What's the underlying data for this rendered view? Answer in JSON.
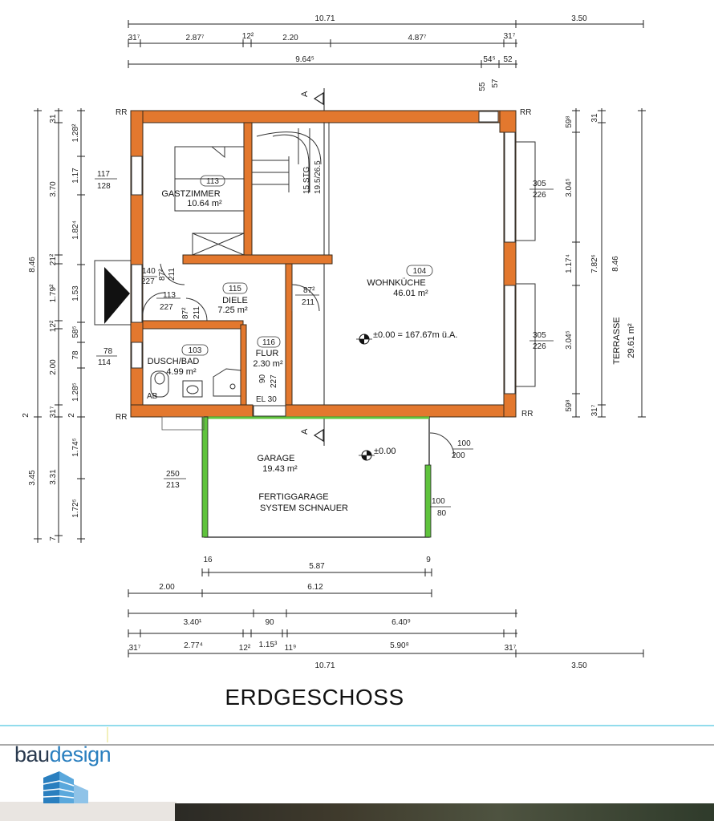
{
  "title": "ERDGESCHOSS",
  "brand": {
    "part1": "bau",
    "part2": "design"
  },
  "colors": {
    "wall": "#e3782e",
    "garage_wall": "#5fc33c",
    "dim_line": "#222222",
    "brand_dark": "#2a3a4f",
    "brand_blue": "#2a7fbf"
  },
  "rooms": [
    {
      "id": "113",
      "name": "GASTZIMMER",
      "area": "10.64 m²"
    },
    {
      "id": "115",
      "name": "DIELE",
      "area": "7.25 m²"
    },
    {
      "id": "103",
      "name": "DUSCH/BAD",
      "area": "4.99 m²"
    },
    {
      "id": "116",
      "name": "FLUR",
      "area": "2.30 m²"
    },
    {
      "id": "104",
      "name": "WOHNKÜCHE",
      "area": "46.01 m²"
    },
    {
      "garage_name": "GARAGE",
      "garage_area": "19.43 m²",
      "garage_note1": "FERTIGGARAGE",
      "garage_note2": "SYSTEM SCHNAUER"
    }
  ],
  "terrace": {
    "name": "TERRASSE",
    "area": "29.61 m²"
  },
  "elevation": {
    "main": "±0.00 = 167.67m ü.A.",
    "garage": "±0.00"
  },
  "stairs": {
    "label1": "15 STG",
    "label2": "19.5/26.5"
  },
  "labels": {
    "rr": "RR",
    "section_a": "A",
    "el": "EL 30",
    "ab": "AB"
  },
  "top_dims": {
    "row1": [
      "10.71",
      "3.50"
    ],
    "row2": [
      "31⁷",
      "2.87⁷",
      "12²",
      "2.20",
      "4.87⁷",
      "31⁷"
    ],
    "row3": [
      "9.64⁵",
      "54⁵",
      "52"
    ],
    "window_top": [
      "55",
      "57"
    ]
  },
  "bottom_dims": {
    "row1": [
      "16",
      "5.87",
      "9"
    ],
    "row2": [
      "2.00",
      "6.12"
    ],
    "row3": [
      "3.40¹",
      "90",
      "6.40⁹"
    ],
    "row4": [
      "31⁷",
      "2.77⁴",
      "12²",
      "1.15³",
      "11⁹",
      "5.90⁸",
      "31⁷"
    ],
    "row5": [
      "10.71",
      "3.50"
    ]
  },
  "left_dims": {
    "outer": [
      "8.46",
      "3.45"
    ],
    "mid": [
      "31",
      "3.70",
      "21²",
      "1.79²",
      "12²",
      "2.00",
      "31⁷",
      "3.31",
      "7",
      "2"
    ],
    "inner": [
      "1.28²",
      "1.17",
      "1.82⁴",
      "1.53",
      "58⁵",
      "78",
      "1.28⁵",
      "2",
      "1.74⁵",
      "1.72⁵"
    ]
  },
  "right_dims": {
    "inner": [
      "59⁸",
      "3.04⁵",
      "1.17⁴",
      "3.04⁵",
      "59⁸"
    ],
    "mid": [
      "31",
      "7.82⁶",
      "31⁷"
    ],
    "outer": [
      "8.46"
    ]
  },
  "openings": [
    {
      "w": "117",
      "h": "128"
    },
    {
      "w": "140",
      "h": "227"
    },
    {
      "w": "87²",
      "h": "211"
    },
    {
      "w": "113",
      "h": "227"
    },
    {
      "w": "87²",
      "h": "211"
    },
    {
      "w": "87²",
      "h": "211"
    },
    {
      "w": "78",
      "h": "114"
    },
    {
      "w": "90",
      "h": "227"
    },
    {
      "w": "305",
      "h": "226"
    },
    {
      "w": "305",
      "h": "226"
    },
    {
      "w": "250",
      "h": "213"
    },
    {
      "w": "100",
      "h": "200"
    },
    {
      "w": "100",
      "h": "80"
    }
  ]
}
